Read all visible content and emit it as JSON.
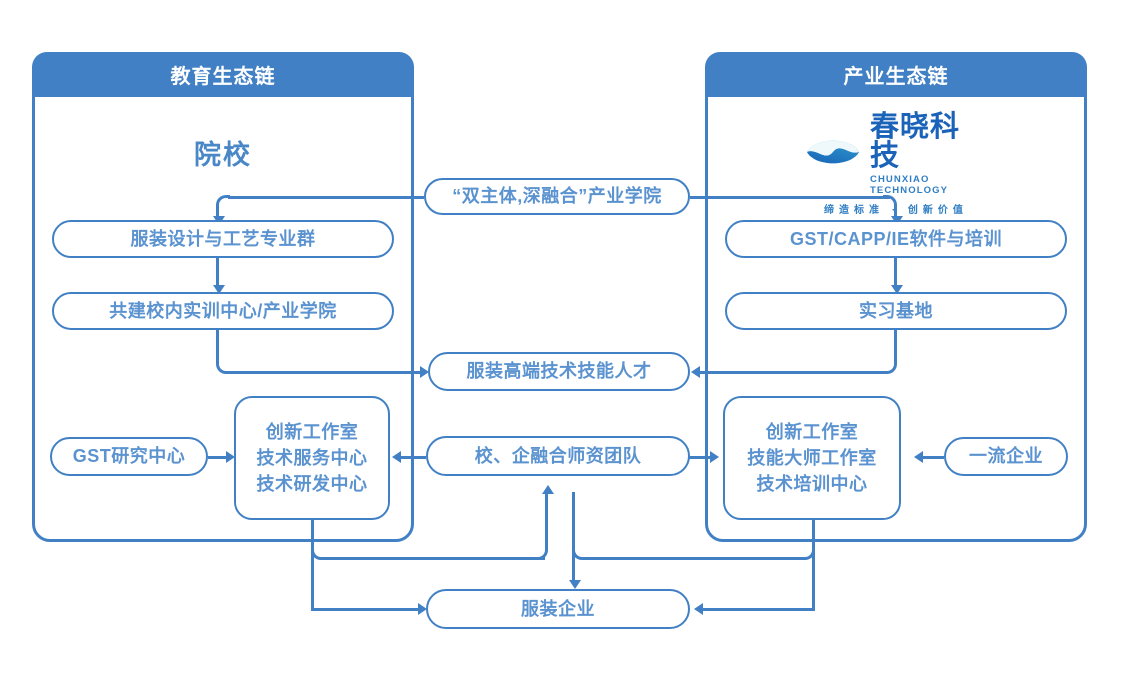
{
  "diagram": {
    "title_left": "教育生态链",
    "title_right": "产业生态链",
    "left_panel_title": "院校",
    "accent_color": "#4180c4",
    "node_text_color": "#5b93d0",
    "header_text_color": "#ffffff"
  },
  "logo": {
    "name_cn": "春晓科技",
    "name_en": "CHUNXIAO TECHNOLOGY",
    "slogan": "缔造标准 · 创新价值",
    "mark_name": "chunxiao-eye-swirl-logo",
    "color_primary": "#1a63b8",
    "color_secondary": "#2f7ec4",
    "color_mark_light": "#39b7d8",
    "color_mark_dark": "#1f6fb5"
  },
  "nodes": {
    "center_top": "“双主体,深融合”产业学院",
    "left_major": "服装设计与工艺专业群",
    "left_training": "共建校内实训中心/产业学院",
    "right_software": "GST/CAPP/IE软件与培训",
    "right_internship": "实习基地",
    "center_talent": "服装高端技术技能人才",
    "left_research": "GST研究中心",
    "left_studio_lines": [
      "创新工作室",
      "技术服务中心",
      "技术研发中心"
    ],
    "center_faculty": "校、企融合师资团队",
    "right_studio_lines": [
      "创新工作室",
      "技能大师工作室",
      "技术培训中心"
    ],
    "right_enterprise": "一流企业",
    "bottom_company": "服装企业"
  }
}
